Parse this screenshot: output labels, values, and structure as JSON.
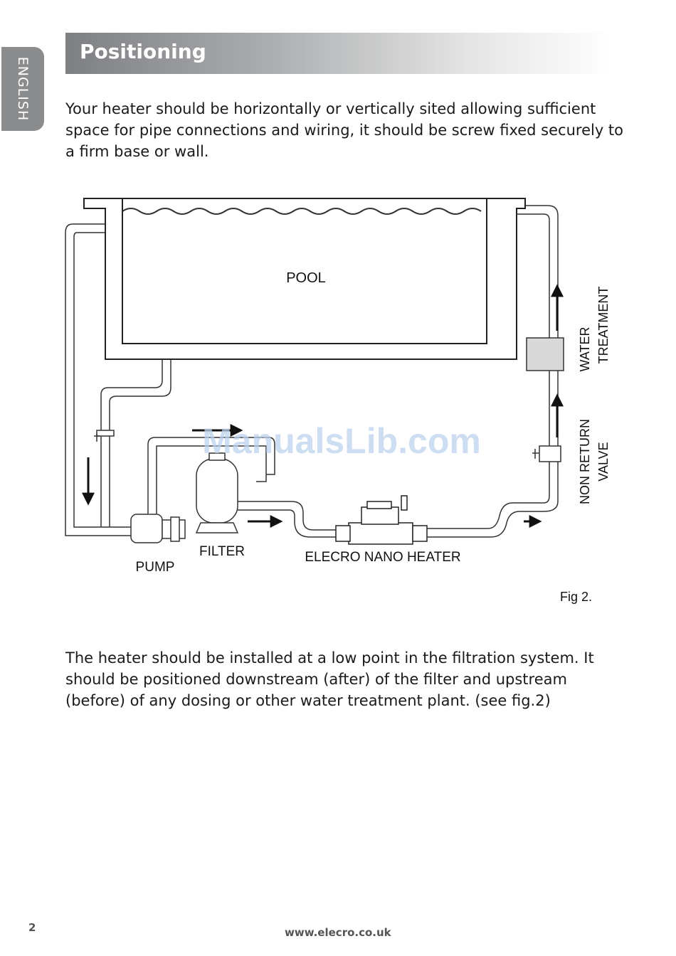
{
  "side_tab": {
    "label": "ENGLISH"
  },
  "heading": "Positioning",
  "paragraph1": "Your heater should be horizontally or vertically sited allowing sufficient space for pipe connections and wiring, it should be screw fixed securely to a firm base or wall.",
  "figure": {
    "labels": {
      "pool": "POOL",
      "water_treatment_1": "WATER",
      "water_treatment_2": "TREATMENT",
      "non_return_1": "NON RETURN",
      "non_return_2": "VALVE",
      "filter": "FILTER",
      "pump": "PUMP",
      "heater": "ELECRO NANO HEATER"
    },
    "caption": "Fig 2.",
    "watermark": "ManualsLib.com"
  },
  "paragraph2": "The heater should be installed at a low point in the filtration system. It should be positioned downstream (after) of the filter and upstream (before) of any dosing or other water treatment plant. (see fig.2)",
  "footer": {
    "page_number": "2",
    "url": "www.elecro.co.uk"
  }
}
